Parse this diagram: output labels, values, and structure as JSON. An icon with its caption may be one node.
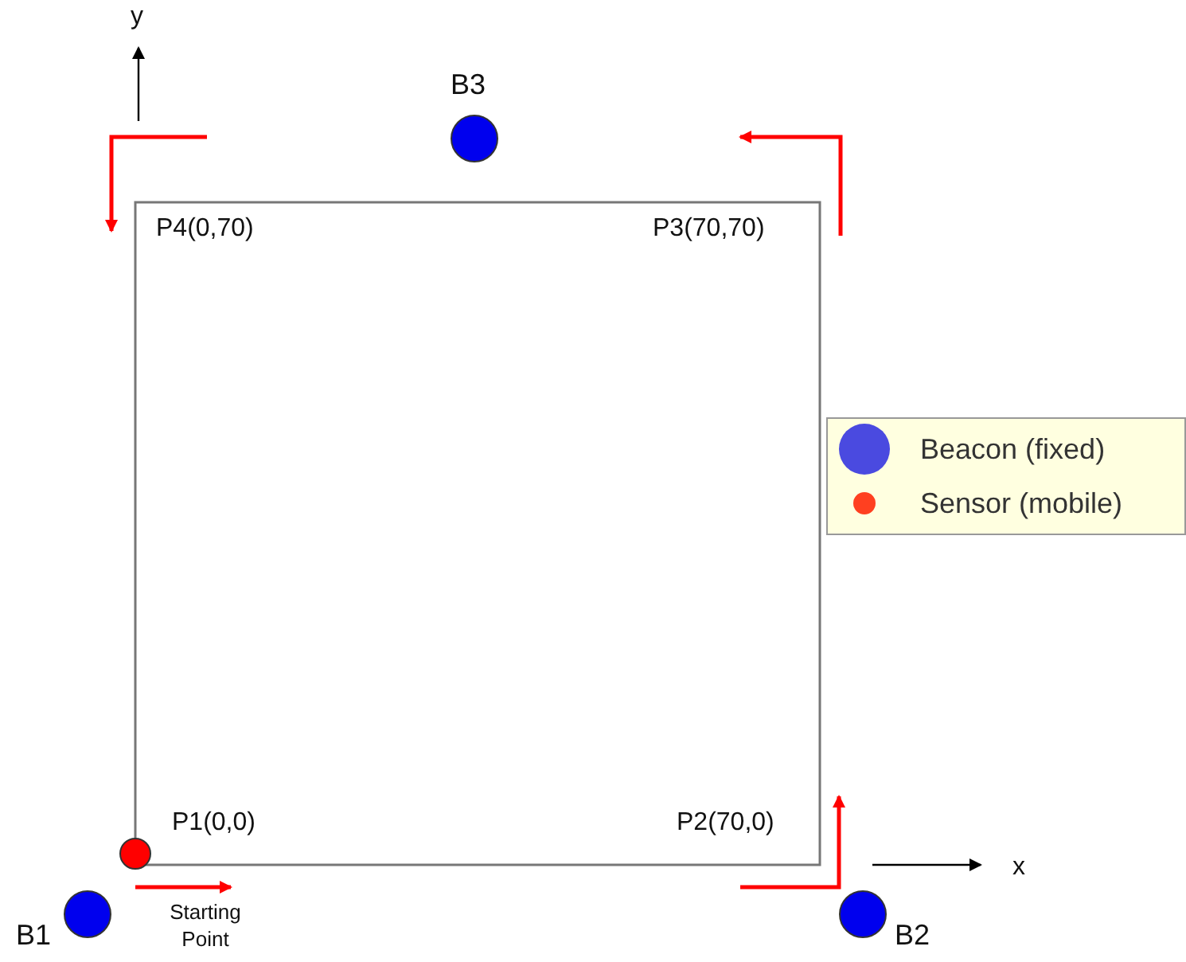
{
  "diagram": {
    "nodes": [
      {
        "text": [],
        "shape": "circle",
        "beside": [
          "B3"
        ]
      },
      {
        "text": [],
        "shape": "circle"
      },
      {
        "text": [],
        "shape": "circle",
        "beside": [
          "B1"
        ]
      },
      {
        "text": [],
        "shape": "circle",
        "beside": [
          "B2"
        ]
      }
    ],
    "edges": [],
    "labels": [
      "y",
      "P4(0,70)",
      "P3(70,70)",
      "P1(0,0)",
      "P2(70,0)",
      "x",
      "Starting Point"
    ],
    "legend": [
      {
        "text": "Beacon (fixed)",
        "color": "#4a4ae0"
      },
      {
        "text": "Sensor (mobile)",
        "color": "#ff4020"
      }
    ]
  }
}
